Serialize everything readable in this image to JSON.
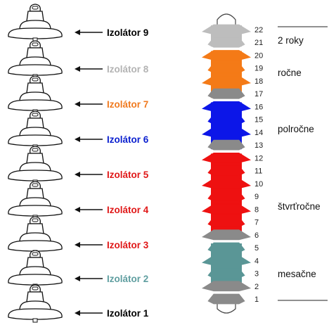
{
  "insulators": [
    {
      "label": "Izolátor 9",
      "color": "#000000"
    },
    {
      "label": "Izolátor 8",
      "color": "#b3b3b3"
    },
    {
      "label": "Izolátor 7",
      "color": "#f07a1f"
    },
    {
      "label": "Izolátor 6",
      "color": "#0a1fcf"
    },
    {
      "label": "Izolátor 5",
      "color": "#e01818"
    },
    {
      "label": "Izolátor 4",
      "color": "#e01818"
    },
    {
      "label": "Izolátor 3",
      "color": "#e01818"
    },
    {
      "label": "Izolátor 2",
      "color": "#5f9ea0"
    },
    {
      "label": "Izolátor 1",
      "color": "#000000"
    }
  ],
  "shed_numbers": [
    "22",
    "21",
    "20",
    "19",
    "18",
    "17",
    "16",
    "15",
    "14",
    "13",
    "12",
    "11",
    "10",
    "9",
    "8",
    "7",
    "6",
    "5",
    "4",
    "3",
    "2",
    "1"
  ],
  "segments": [
    {
      "name": "2 roky",
      "color": "#bdbdbd"
    },
    {
      "name": "ročne",
      "color": "#f47a17"
    },
    {
      "name": "polročne",
      "color": "#0c16e8"
    },
    {
      "name": "štvrťročne",
      "color": "#ee1111"
    },
    {
      "name": "mesačne",
      "color": "#5a9696"
    }
  ],
  "schedule_labels": [
    "2 roky",
    "ročne",
    "polročne",
    "štvrťročne",
    "mesačne"
  ],
  "connector_color": "#8a8a8a"
}
